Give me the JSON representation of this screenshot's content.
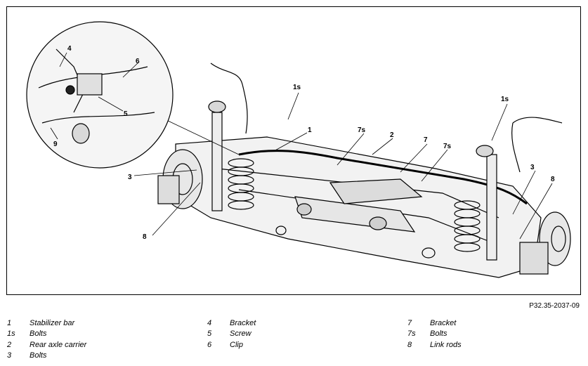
{
  "figure": {
    "code": "P32.35-2037-09",
    "callouts": {
      "c1a": "1",
      "c1s_top": "1s",
      "c1s_right": "1s",
      "c7s_mid": "7s",
      "c2": "2",
      "c7": "7",
      "c7s_right": "7s",
      "c3_left": "3",
      "c3_right": "3",
      "c8_left": "8",
      "c8_right": "8",
      "c4": "4",
      "c6": "6",
      "c5": "5",
      "c9": "9"
    }
  },
  "legend": {
    "col1": [
      {
        "num": "1",
        "label": "Stabilizer bar"
      },
      {
        "num": "1s",
        "label": "Bolts"
      },
      {
        "num": "2",
        "label": "Rear axle carrier"
      },
      {
        "num": "3",
        "label": "Bolts"
      }
    ],
    "col2": [
      {
        "num": "4",
        "label": "Bracket"
      },
      {
        "num": "5",
        "label": "Screw"
      },
      {
        "num": "6",
        "label": "Clip"
      }
    ],
    "col3": [
      {
        "num": "7",
        "label": "Bracket"
      },
      {
        "num": "7s",
        "label": "Bolts"
      },
      {
        "num": "8",
        "label": "Link rods"
      }
    ]
  }
}
